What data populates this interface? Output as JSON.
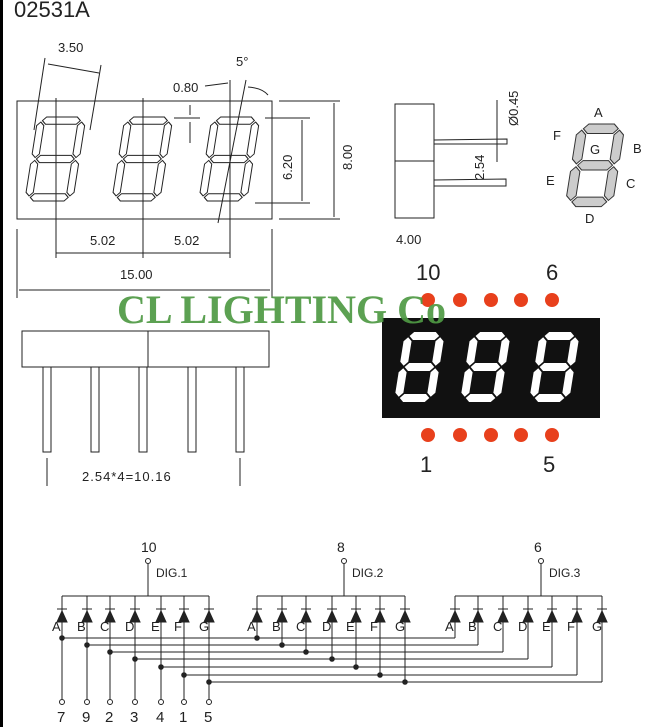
{
  "title": "02531A",
  "front_view": {
    "dims": {
      "digit_width": "3.50",
      "gap": "0.80",
      "angle": "5°",
      "digit_height": "6.20",
      "height": "8.00",
      "pitch1": "5.02",
      "pitch2": "5.02",
      "width": "15.00"
    }
  },
  "side_view": {
    "pin_dia": "Ø0.45",
    "pin_pitch": "2.54",
    "depth": "4.00"
  },
  "segment_map": {
    "labels": [
      "A",
      "B",
      "C",
      "D",
      "E",
      "F",
      "G"
    ]
  },
  "bottom_view": {
    "pin_spacing": "2.54*4=10.16"
  },
  "watermark": "CL LIGHTING Co",
  "display": {
    "pin_top_left": "10",
    "pin_top_right": "6",
    "pin_bottom_left": "1",
    "pin_bottom_right": "5",
    "colors": {
      "body": "#111111",
      "segment": "#ffffff",
      "pin": "#e8401c"
    }
  },
  "schematic": {
    "digits": [
      {
        "label": "DIG.1",
        "common_pin": "10"
      },
      {
        "label": "DIG.2",
        "common_pin": "8"
      },
      {
        "label": "DIG.3",
        "common_pin": "6"
      }
    ],
    "segments": [
      "A",
      "B",
      "C",
      "D",
      "E",
      "F",
      "G"
    ],
    "segment_pins": [
      "7",
      "9",
      "2",
      "3",
      "4",
      "1",
      "5"
    ]
  }
}
